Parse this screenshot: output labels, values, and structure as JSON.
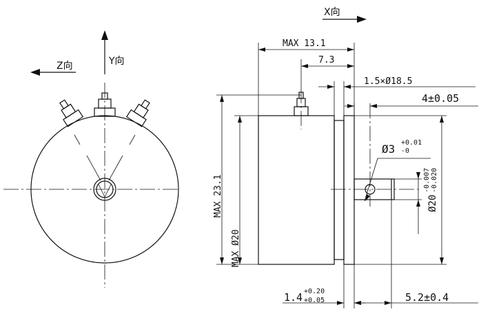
{
  "front_view": {
    "z_direction_label": "Z向",
    "y_direction_label": "Y向"
  },
  "side_view": {
    "x_direction_label": "X向",
    "max_length_label": "MAX 13.1",
    "terminal_offset_label": "7.3",
    "flange_spec_label": "1.5×Ø18.5",
    "shaft_width_label": "4±0.05",
    "shaft_hole_base": "Ø3",
    "shaft_hole_upper_tol": "+0.01",
    "shaft_hole_lower_tol": "-0",
    "shaft_dia_base": "Ø20",
    "shaft_dia_upper_tol": "-0.007",
    "shaft_dia_lower_tol": "-0.020",
    "max_height_label": "MAX 23.1",
    "body_dia_label": "MAX Ø20",
    "flange_thickness_base": "1.4",
    "flange_thickness_upper_tol": "+0.20",
    "flange_thickness_lower_tol": "+0.05",
    "shaft_length_label": "5.2±0.4"
  }
}
